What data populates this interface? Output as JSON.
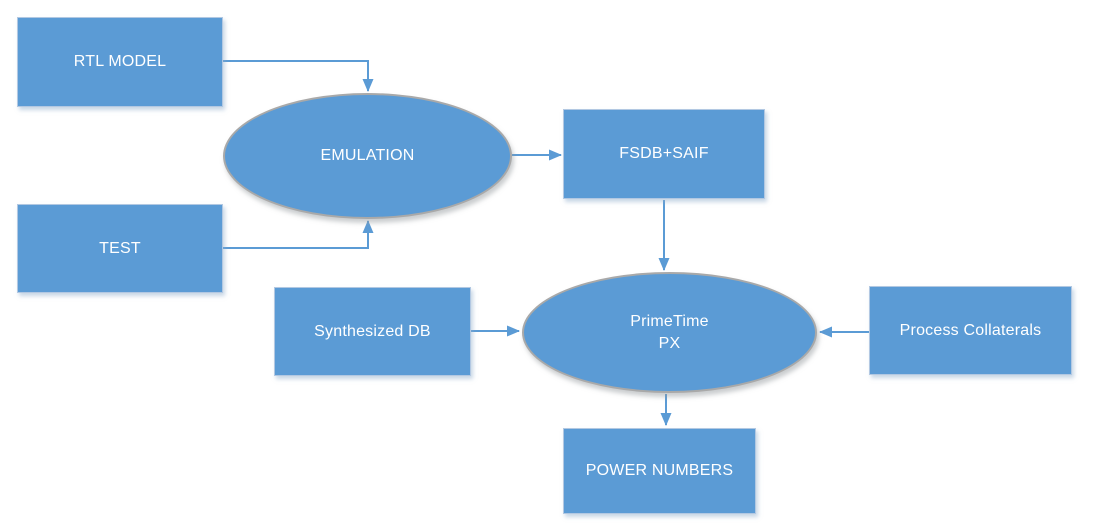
{
  "diagram": {
    "type": "flowchart",
    "background_color": "#ffffff",
    "colors": {
      "node_fill": "#5b9bd5",
      "node_text": "#ffffff",
      "connector": "#5b9bd5",
      "rect_border": "#b2c8e2",
      "ellipse_border": "#a9a9a9"
    },
    "nodes": [
      {
        "id": "rtl-model",
        "shape": "rect",
        "label": "RTL MODEL"
      },
      {
        "id": "test",
        "shape": "rect",
        "label": "TEST"
      },
      {
        "id": "emulation",
        "shape": "ellipse",
        "label": "EMULATION"
      },
      {
        "id": "fsdb-saif",
        "shape": "rect",
        "label": "FSDB+SAIF"
      },
      {
        "id": "synthesized-db",
        "shape": "rect",
        "label": "Synthesized DB"
      },
      {
        "id": "primetime-px",
        "shape": "ellipse",
        "label": "PrimeTime\nPX"
      },
      {
        "id": "process-collaterals",
        "shape": "rect",
        "label": "Process Collaterals"
      },
      {
        "id": "power-numbers",
        "shape": "rect",
        "label": "POWER NUMBERS"
      }
    ],
    "edges": [
      {
        "from": "rtl-model",
        "to": "emulation",
        "style": "elbow, arrow into top of ellipse"
      },
      {
        "from": "test",
        "to": "emulation",
        "style": "elbow, arrow into bottom of ellipse"
      },
      {
        "from": "emulation",
        "to": "fsdb-saif",
        "style": "straight right"
      },
      {
        "from": "fsdb-saif",
        "to": "primetime-px",
        "style": "straight down"
      },
      {
        "from": "synthesized-db",
        "to": "primetime-px",
        "style": "straight right"
      },
      {
        "from": "process-collaterals",
        "to": "primetime-px",
        "style": "straight left"
      },
      {
        "from": "primetime-px",
        "to": "power-numbers",
        "style": "straight down"
      }
    ]
  }
}
